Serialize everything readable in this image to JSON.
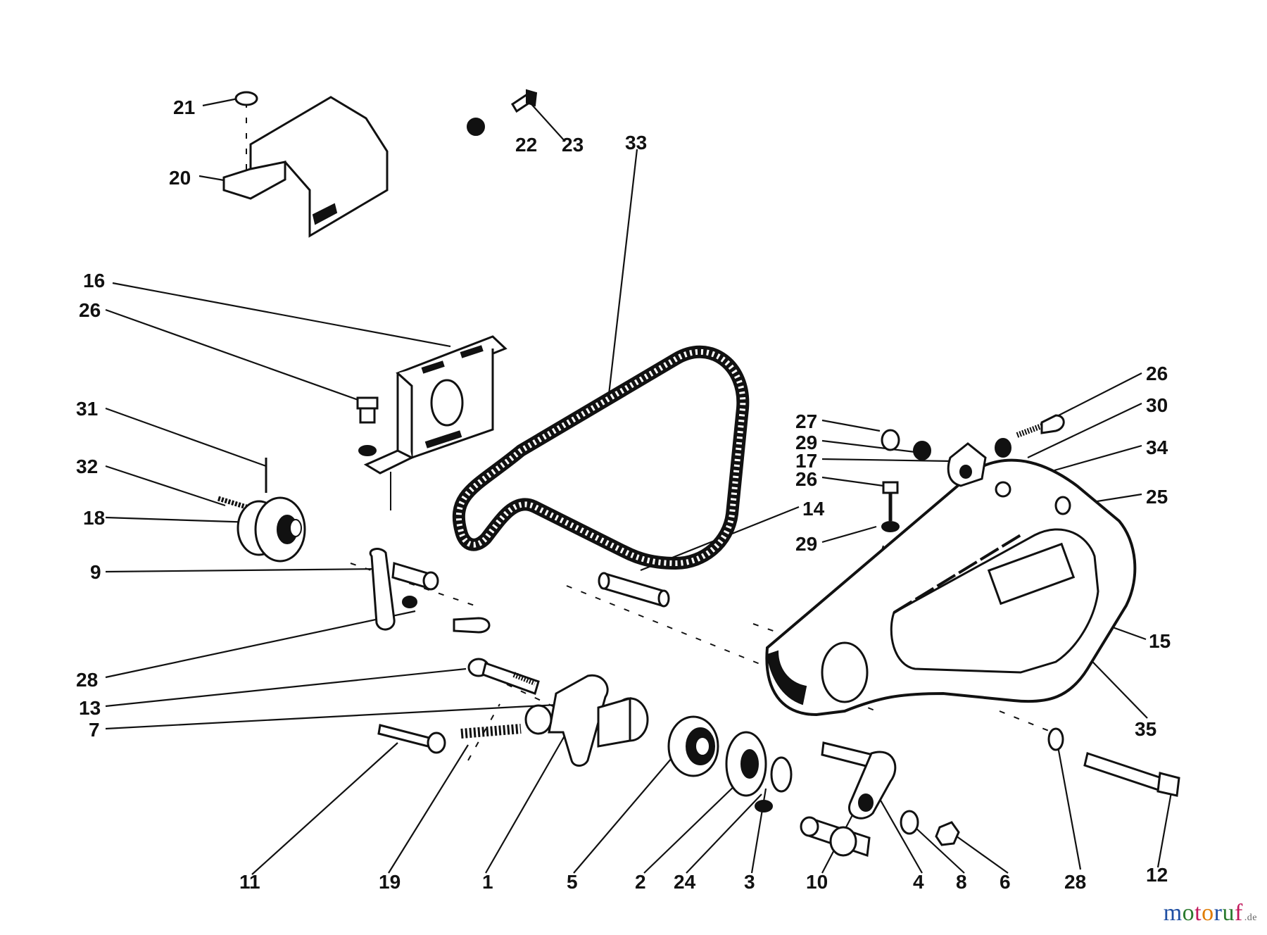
{
  "callouts": [
    {
      "id": "c21",
      "text": "21"
    },
    {
      "id": "c20",
      "text": "20"
    },
    {
      "id": "c22",
      "text": "22"
    },
    {
      "id": "c23",
      "text": "23"
    },
    {
      "id": "c33",
      "text": "33"
    },
    {
      "id": "c16",
      "text": "16"
    },
    {
      "id": "c26a",
      "text": "26"
    },
    {
      "id": "c31",
      "text": "31"
    },
    {
      "id": "c32",
      "text": "32"
    },
    {
      "id": "c18",
      "text": "18"
    },
    {
      "id": "c9",
      "text": "9"
    },
    {
      "id": "c28a",
      "text": "28"
    },
    {
      "id": "c13",
      "text": "13"
    },
    {
      "id": "c7",
      "text": "7"
    },
    {
      "id": "c14",
      "text": "14"
    },
    {
      "id": "c27",
      "text": "27"
    },
    {
      "id": "c29a",
      "text": "29"
    },
    {
      "id": "c17",
      "text": "17"
    },
    {
      "id": "c26b",
      "text": "26"
    },
    {
      "id": "c29b",
      "text": "29"
    },
    {
      "id": "c26c",
      "text": "26"
    },
    {
      "id": "c30",
      "text": "30"
    },
    {
      "id": "c34",
      "text": "34"
    },
    {
      "id": "c25",
      "text": "25"
    },
    {
      "id": "c15",
      "text": "15"
    },
    {
      "id": "c35",
      "text": "35"
    },
    {
      "id": "c11",
      "text": "11"
    },
    {
      "id": "c19",
      "text": "19"
    },
    {
      "id": "c1",
      "text": "1"
    },
    {
      "id": "c5",
      "text": "5"
    },
    {
      "id": "c2",
      "text": "2"
    },
    {
      "id": "c24",
      "text": "24"
    },
    {
      "id": "c3",
      "text": "3"
    },
    {
      "id": "c10",
      "text": "10"
    },
    {
      "id": "c4",
      "text": "4"
    },
    {
      "id": "c8",
      "text": "8"
    },
    {
      "id": "c6",
      "text": "6"
    },
    {
      "id": "c28b",
      "text": "28"
    },
    {
      "id": "c12",
      "text": "12"
    }
  ],
  "watermark": {
    "brand": "motoruf",
    "suffix": ".de",
    "colors": [
      "#1f4fa3",
      "#2a7a2e",
      "#c2185b",
      "#e07b00"
    ]
  }
}
